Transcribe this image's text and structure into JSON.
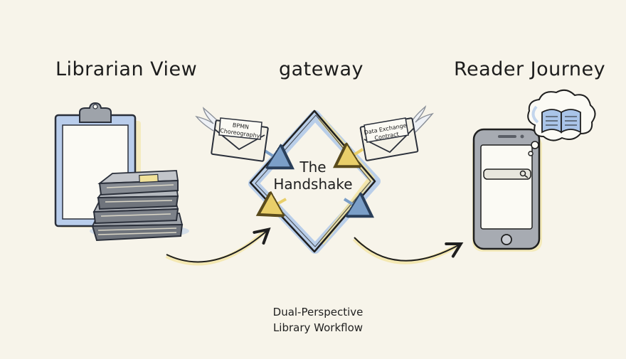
{
  "diagram": {
    "columns": {
      "left_title": "Librarian View",
      "center_title": "gateway",
      "right_title": "Reader Journey"
    },
    "gateway": {
      "line1": "The",
      "line2": "Handshake"
    },
    "envelopes": {
      "left": {
        "line1": "BPMN",
        "line2": "Choreography"
      },
      "right": {
        "line1": "Data Exchange",
        "line2": "Contract"
      }
    },
    "caption": {
      "line1": "Dual-Perspective",
      "line2": "Library Workflow"
    },
    "colors": {
      "background": "#f7f4ea",
      "ink": "#1f1f1f",
      "blue_wash": "#a9c4e8",
      "yellow_wash": "#f2e29a",
      "book_grey": "#8e939b"
    }
  }
}
